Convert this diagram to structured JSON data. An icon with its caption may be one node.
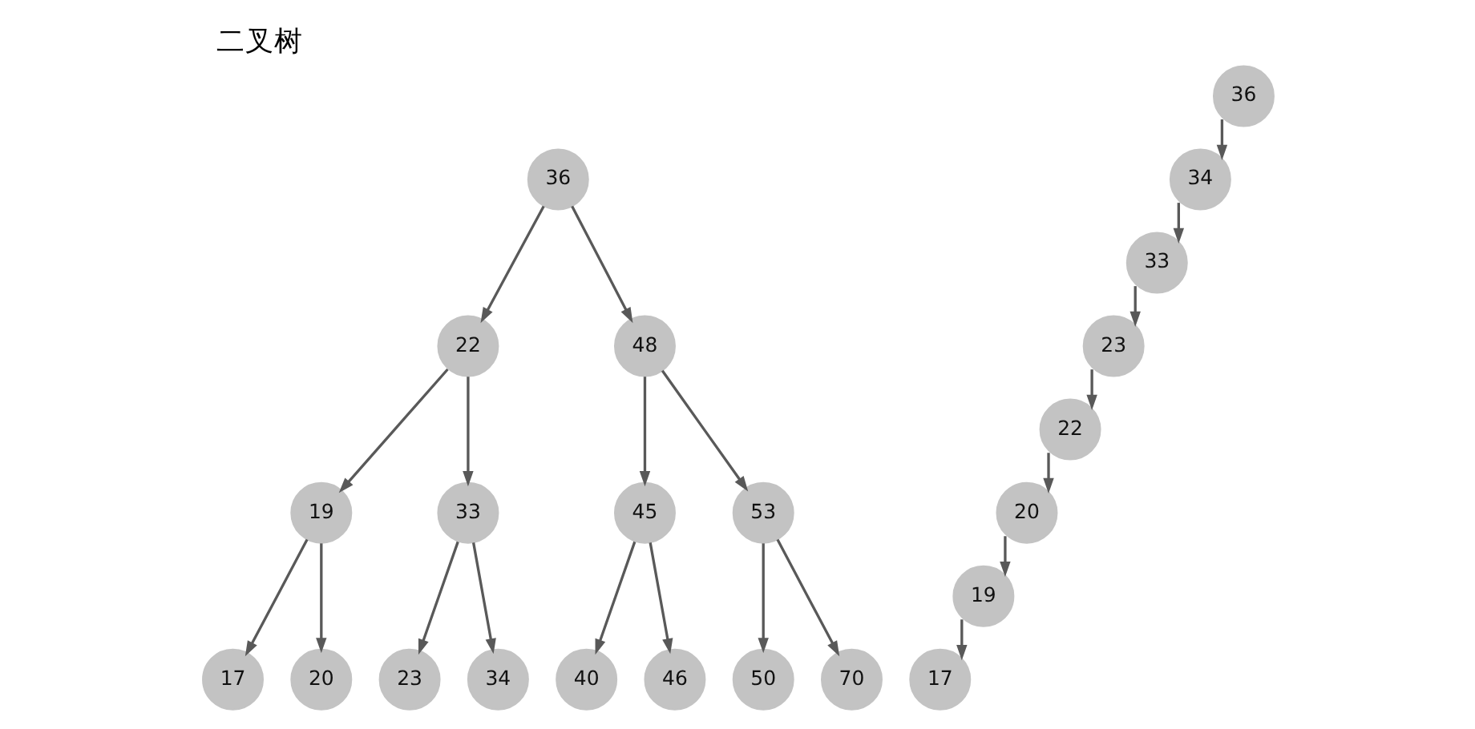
{
  "diagram": {
    "title": "二叉树",
    "nodes": [
      {
        "text": [
          "36"
        ]
      },
      {
        "text": [
          "22"
        ]
      },
      {
        "text": [
          "48"
        ]
      },
      {
        "text": [
          "19"
        ]
      },
      {
        "text": [
          "33"
        ]
      },
      {
        "text": [
          "45"
        ]
      },
      {
        "text": [
          "53"
        ]
      },
      {
        "text": [
          "17"
        ]
      },
      {
        "text": [
          "20"
        ]
      },
      {
        "text": [
          "23"
        ]
      },
      {
        "text": [
          "34"
        ]
      },
      {
        "text": [
          "40"
        ]
      },
      {
        "text": [
          "46"
        ]
      },
      {
        "text": [
          "50"
        ]
      },
      {
        "text": [
          "70"
        ]
      },
      {
        "text": [
          "36"
        ]
      },
      {
        "text": [
          "34"
        ]
      },
      {
        "text": [
          "33"
        ]
      },
      {
        "text": [
          "23"
        ]
      },
      {
        "text": [
          "22"
        ]
      },
      {
        "text": [
          "20"
        ]
      },
      {
        "text": [
          "19"
        ]
      },
      {
        "text": [
          "17"
        ]
      }
    ],
    "edges": [
      {
        "from": 0,
        "to": 1,
        "arrow": "to"
      },
      {
        "from": 0,
        "to": 2,
        "arrow": "to"
      },
      {
        "from": 1,
        "to": 3,
        "arrow": "to"
      },
      {
        "from": 1,
        "to": 4,
        "arrow": "to"
      },
      {
        "from": 2,
        "to": 5,
        "arrow": "to"
      },
      {
        "from": 2,
        "to": 6,
        "arrow": "to"
      },
      {
        "from": 3,
        "to": 7,
        "arrow": "to"
      },
      {
        "from": 3,
        "to": 8,
        "arrow": "to"
      },
      {
        "from": 4,
        "to": 9,
        "arrow": "to"
      },
      {
        "from": 4,
        "to": 10,
        "arrow": "to"
      },
      {
        "from": 5,
        "to": 11,
        "arrow": "to"
      },
      {
        "from": 5,
        "to": 12,
        "arrow": "to"
      },
      {
        "from": 6,
        "to": 13,
        "arrow": "to"
      },
      {
        "from": 6,
        "to": 14,
        "arrow": "to"
      },
      {
        "from": 15,
        "to": 16,
        "arrow": "to"
      },
      {
        "from": 16,
        "to": 17,
        "arrow": "to"
      },
      {
        "from": 17,
        "to": 18,
        "arrow": "to"
      },
      {
        "from": 18,
        "to": 19,
        "arrow": "to"
      },
      {
        "from": 19,
        "to": 20,
        "arrow": "to"
      },
      {
        "from": 20,
        "to": 21,
        "arrow": "to"
      },
      {
        "from": 21,
        "to": 22,
        "arrow": "to"
      }
    ]
  }
}
